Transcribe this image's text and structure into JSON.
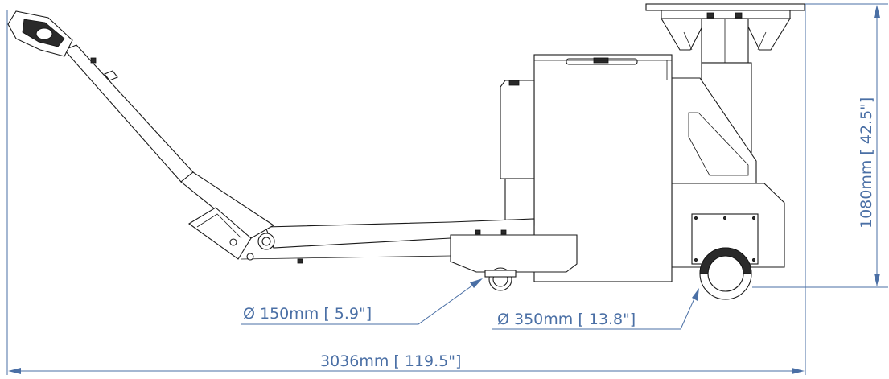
{
  "dimensions": {
    "overall_length": "3036mm [ 119.5\"]",
    "height": "1080mm [ 42.5\"]",
    "small_wheel": "Ø 150mm [ 5.9\"]",
    "large_wheel": "Ø 350mm [ 13.8\"]"
  },
  "colors": {
    "dimension_line": "#4a6fa5",
    "drawing_line": "#1a1a1a"
  }
}
